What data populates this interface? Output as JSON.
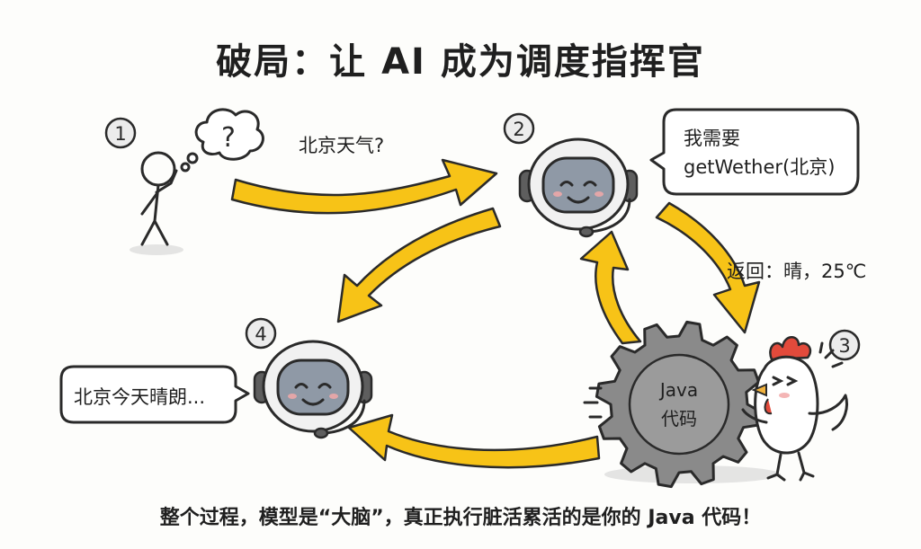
{
  "title": "破局：让 AI 成为调度指挥官",
  "steps": {
    "s1": "1",
    "s2": "2",
    "s3": "3",
    "s4": "4"
  },
  "thought_bubble": "?",
  "query_label": "北京天气?",
  "ai_request_bubble": {
    "line1": "我需要",
    "line2": "getWether(北京)"
  },
  "return_label": "返回：晴，25℃",
  "gear_label": {
    "line1": "Java",
    "line2": "代码"
  },
  "answer_bubble": "北京今天晴朗...",
  "caption": "整个过程，模型是“大脑”，真正执行脏活累活的是你的 Java 代码！",
  "colors": {
    "arrow": "#f7c317",
    "visor": "#8f99a6",
    "gear": "#8a8a8a",
    "comb": "#e24a3b"
  }
}
